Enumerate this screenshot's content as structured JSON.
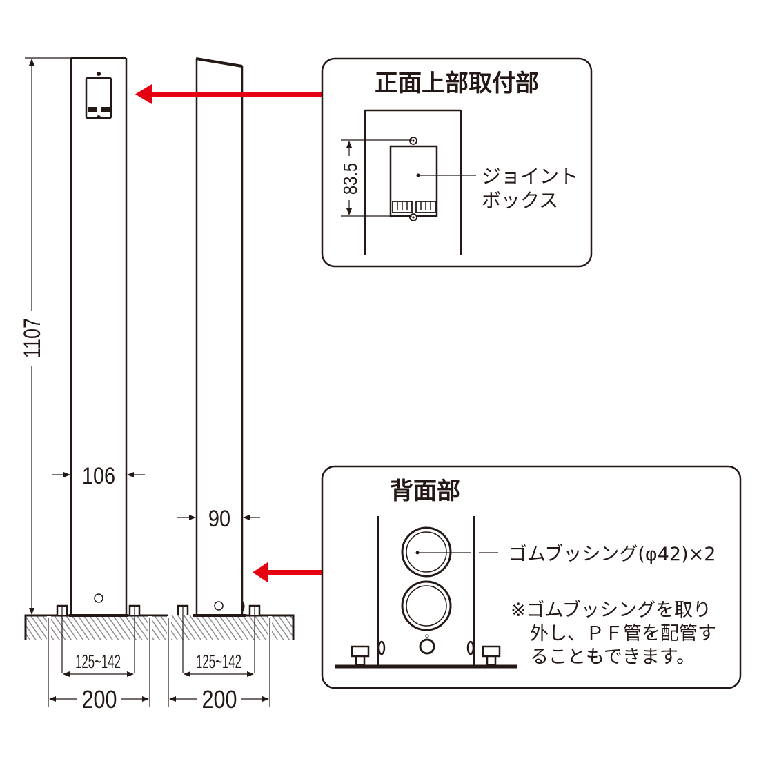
{
  "colors": {
    "line": "#231815",
    "accent_arrow": "#e50012",
    "hatch": "#9a9a9a",
    "background": "#ffffff"
  },
  "main_view": {
    "dimensions": {
      "height": "1107",
      "front_width": "106",
      "side_width": "90",
      "anchor_spacing_left": "125~142",
      "anchor_spacing_right": "125~142",
      "base_width_left": "200",
      "base_width_right": "200"
    }
  },
  "callout_front": {
    "title": "正面上部取付部",
    "dimension": "83.5",
    "label_line1": "ジョイント",
    "label_line2": "ボックス"
  },
  "callout_back": {
    "title": "背面部",
    "label": "ゴムブッシング(φ42)×2",
    "note_line1": "※ゴムブッシングを取り",
    "note_line2": "外し、ＰＦ管を配管す",
    "note_line3": "ることもできます。"
  }
}
